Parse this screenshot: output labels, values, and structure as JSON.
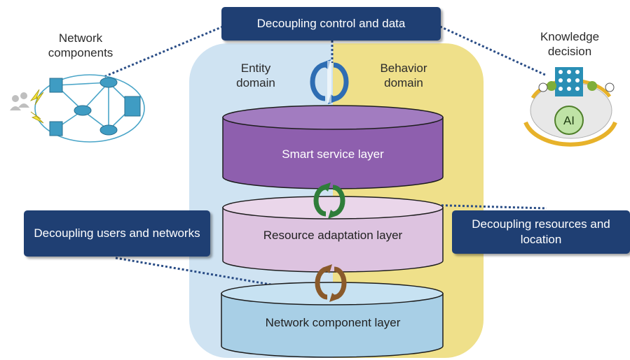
{
  "callouts": {
    "top": "Decoupling control and data",
    "left": "Decoupling users and networks",
    "right": "Decoupling resources and location"
  },
  "domains": {
    "entity": "Entity domain",
    "behavior": "Behavior domain"
  },
  "layers": {
    "smart_service": "Smart service layer",
    "resource_adaptation": "Resource adaptation layer",
    "network_component": "Network component layer"
  },
  "side_labels": {
    "network_components": "Network components",
    "knowledge_decision": "Knowledge decision",
    "ai_badge": "AI"
  },
  "colors": {
    "callout": "#1f3f73",
    "entity_panel": "#cfe3f2",
    "behavior_panel": "#efe08a",
    "smart_layer": "#8e5fae",
    "resource_layer": "#ddc3e0",
    "network_layer": "#a8cfe6",
    "arrow_blue": "#2e6db3",
    "arrow_green": "#2f7d3a",
    "arrow_brown": "#8a5a2b"
  }
}
